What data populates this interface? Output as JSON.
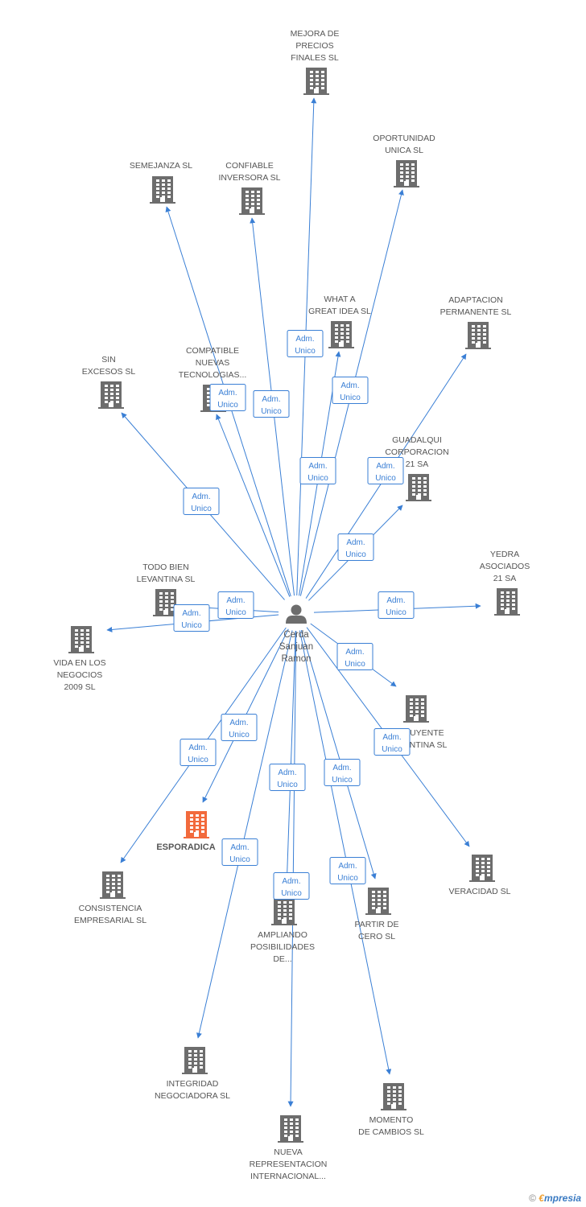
{
  "colors": {
    "edge": "#3a7fd5",
    "building": "#6d6d6d",
    "building_highlight": "#f26a3c",
    "label": "#555555",
    "label_highlight": "#555555",
    "edge_label_text": "#3a7fd5",
    "edge_label_border": "#3a7fd5",
    "person": "#6d6d6d"
  },
  "person": {
    "name": [
      "Cerda",
      "Sanjuan",
      "Ramon"
    ],
    "icon": "person-icon"
  },
  "companies": [
    {
      "id": "mejora",
      "lines": [
        "MEJORA DE",
        "PRECIOS",
        "FINALES SL"
      ],
      "highlight": false
    },
    {
      "id": "oportunidad",
      "lines": [
        "OPORTUNIDAD",
        "UNICA SL"
      ],
      "highlight": false
    },
    {
      "id": "semejanza",
      "lines": [
        "SEMEJANZA SL"
      ],
      "highlight": false
    },
    {
      "id": "confiable",
      "lines": [
        "CONFIABLE",
        "INVERSORA SL"
      ],
      "highlight": false
    },
    {
      "id": "whatagreat",
      "lines": [
        "WHAT A",
        "GREAT IDEA SL"
      ],
      "highlight": false
    },
    {
      "id": "adaptacion",
      "lines": [
        "ADAPTACION",
        "PERMANENTE SL"
      ],
      "highlight": false
    },
    {
      "id": "sinexcesos",
      "lines": [
        "SIN",
        "EXCESOS SL"
      ],
      "highlight": false
    },
    {
      "id": "compatible",
      "lines": [
        "COMPATIBLE",
        "NUEVAS",
        "TECNOLOGIAS..."
      ],
      "highlight": false
    },
    {
      "id": "guadalqui",
      "lines": [
        "GUADALQUI",
        "CORPORACION",
        "21 SA"
      ],
      "highlight": false
    },
    {
      "id": "todobien",
      "lines": [
        "TODO BIEN",
        "LEVANTINA SL"
      ],
      "highlight": false
    },
    {
      "id": "yedra",
      "lines": [
        "YEDRA",
        "ASOCIADOS",
        "21 SA"
      ],
      "highlight": false
    },
    {
      "id": "vidaen",
      "lines": [
        "VIDA EN LOS",
        "NEGOCIOS",
        "2009 SL"
      ],
      "highlight": false
    },
    {
      "id": "influyente",
      "lines": [
        "INFLUYENTE",
        "LEVANTINA SL"
      ],
      "highlight": false
    },
    {
      "id": "esporadica",
      "lines": [
        "ESPORADICA"
      ],
      "highlight": true
    },
    {
      "id": "veracidad",
      "lines": [
        "VERACIDAD SL"
      ],
      "highlight": false
    },
    {
      "id": "consistencia",
      "lines": [
        "CONSISTENCIA",
        "EMPRESARIAL SL"
      ],
      "highlight": false
    },
    {
      "id": "ampliando",
      "lines": [
        "AMPLIANDO",
        "POSIBILIDADES",
        "DE..."
      ],
      "highlight": false
    },
    {
      "id": "partirde",
      "lines": [
        "PARTIR DE",
        "CERO SL"
      ],
      "highlight": false
    },
    {
      "id": "integridad",
      "lines": [
        "INTEGRIDAD",
        "NEGOCIADORA SL"
      ],
      "highlight": false
    },
    {
      "id": "momento",
      "lines": [
        "MOMENTO",
        "DE CAMBIOS SL"
      ],
      "highlight": false
    },
    {
      "id": "nueva",
      "lines": [
        "NUEVA",
        "REPRESENTACION",
        "INTERNACIONAL..."
      ],
      "highlight": false
    }
  ],
  "edges": [
    {
      "to": "mejora",
      "label": [
        "Adm.",
        "Unico"
      ]
    },
    {
      "to": "oportunidad",
      "label": [
        "Adm.",
        "Unico"
      ]
    },
    {
      "to": "semejanza",
      "label": [
        "Adm.",
        "Unico"
      ]
    },
    {
      "to": "confiable",
      "label": [
        "Adm.",
        "Unico"
      ]
    },
    {
      "to": "whatagreat",
      "label": [
        "Adm.",
        "Unico"
      ]
    },
    {
      "to": "adaptacion",
      "label": [
        "Adm.",
        "Unico"
      ]
    },
    {
      "to": "sinexcesos",
      "label": [
        "Adm.",
        "Unico"
      ]
    },
    {
      "to": "compatible",
      "label": [
        "Adm.",
        "Unico"
      ]
    },
    {
      "to": "guadalqui",
      "label": [
        "Adm.",
        "Unico"
      ]
    },
    {
      "to": "todobien",
      "label": [
        "Adm.",
        "Unico"
      ]
    },
    {
      "to": "yedra",
      "label": [
        "Adm.",
        "Unico"
      ]
    },
    {
      "to": "vidaen",
      "label": [
        "Adm.",
        "Unico"
      ]
    },
    {
      "to": "influyente",
      "label": [
        "Adm.",
        "Unico"
      ]
    },
    {
      "to": "esporadica",
      "label": [
        "Adm.",
        "Unico"
      ]
    },
    {
      "to": "veracidad",
      "label": [
        "Adm.",
        "Unico"
      ]
    },
    {
      "to": "consistencia",
      "label": [
        "Adm.",
        "Unico"
      ]
    },
    {
      "to": "ampliando",
      "label": [
        "Adm.",
        "Unico"
      ]
    },
    {
      "to": "partirde",
      "label": [
        "Adm.",
        "Unico"
      ]
    },
    {
      "to": "integridad",
      "label": [
        "Adm.",
        "Unico"
      ]
    },
    {
      "to": "momento",
      "label": [
        "Adm.",
        "Unico"
      ]
    },
    {
      "to": "nueva",
      "label": [
        "Adm.",
        "Unico"
      ]
    }
  ],
  "footer": {
    "copyright_symbol": "©",
    "brand_first": "€",
    "brand_rest": "mpresia"
  }
}
